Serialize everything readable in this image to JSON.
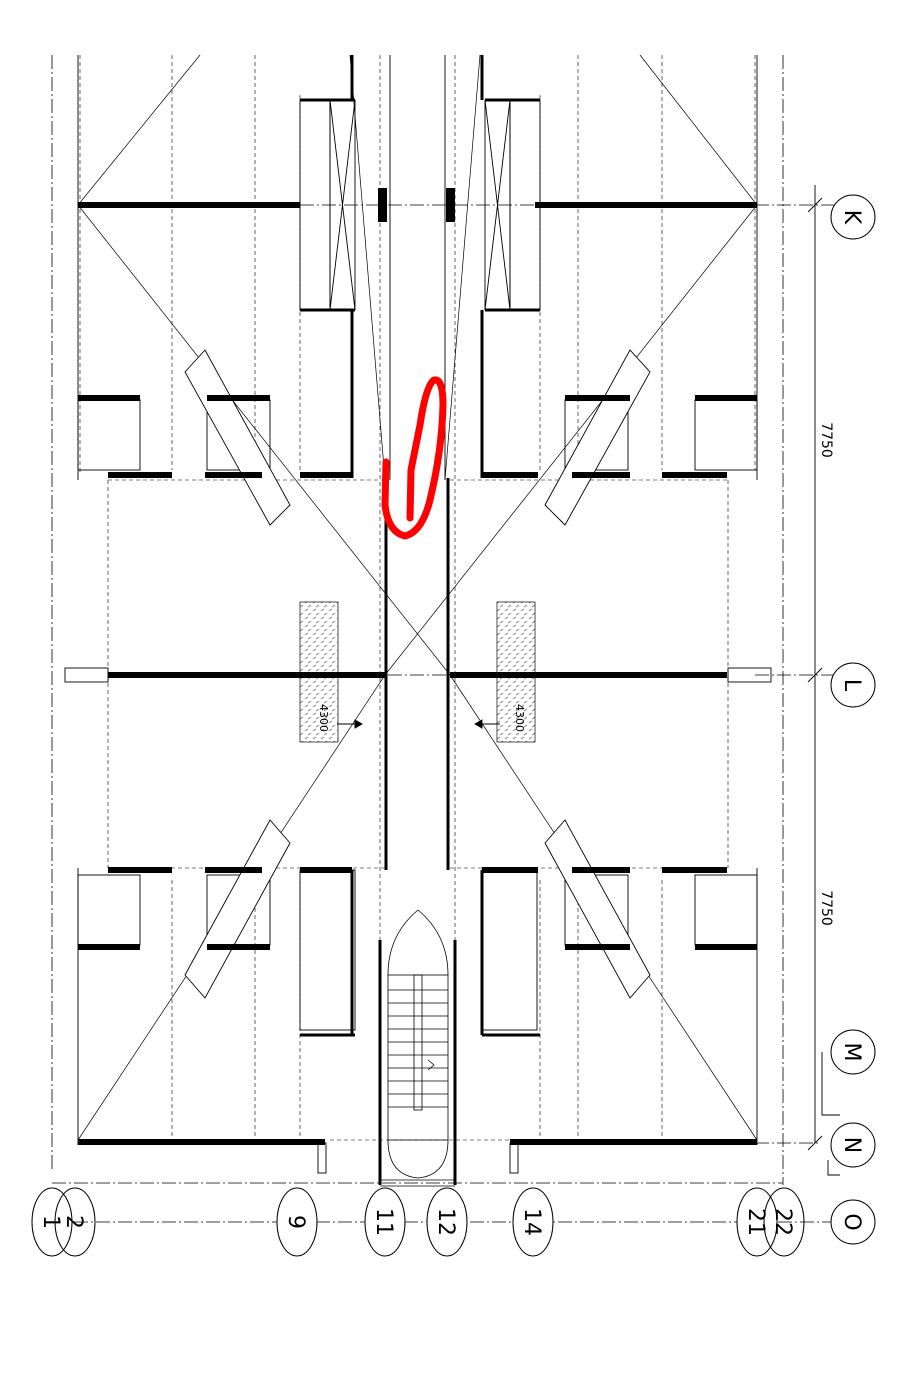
{
  "grid_rows": [
    {
      "id": "grid-k",
      "label": "K"
    },
    {
      "id": "grid-l",
      "label": "L"
    },
    {
      "id": "grid-m",
      "label": "M"
    },
    {
      "id": "grid-n",
      "label": "N"
    },
    {
      "id": "grid-o",
      "label": "O"
    }
  ],
  "grid_columns": [
    {
      "id": "grid-1",
      "label": "1"
    },
    {
      "id": "grid-2",
      "label": "2"
    },
    {
      "id": "grid-9",
      "label": "9"
    },
    {
      "id": "grid-11",
      "label": "11"
    },
    {
      "id": "grid-12",
      "label": "12"
    },
    {
      "id": "grid-14",
      "label": "14"
    },
    {
      "id": "grid-21",
      "label": "21"
    },
    {
      "id": "grid-22",
      "label": "22"
    }
  ],
  "dimensions": {
    "upper_span": "7750",
    "lower_span": "7750"
  },
  "annotations": {
    "level_left": "4300",
    "level_right": "4300"
  },
  "colors": {
    "line": "#000000",
    "markup": "#ff0000",
    "hatch": "#777777"
  }
}
